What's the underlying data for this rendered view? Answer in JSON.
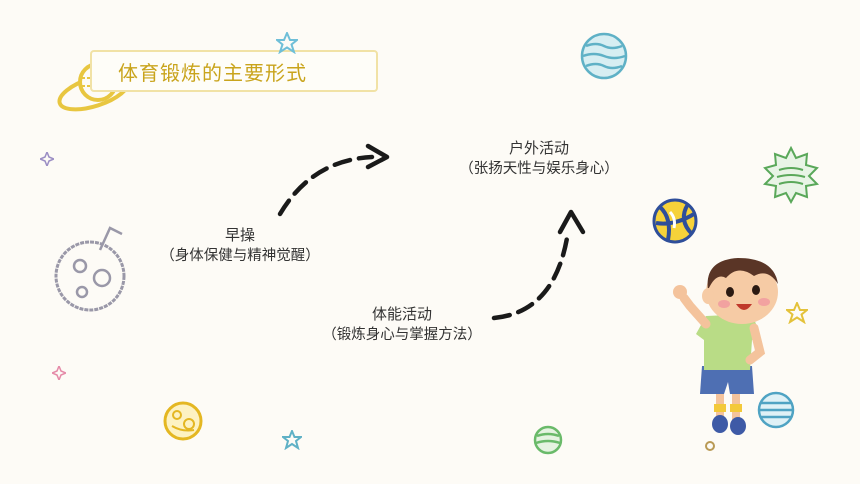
{
  "title": "体育锻炼的主要形式",
  "nodes": {
    "morning": {
      "name": "早操",
      "desc": "（身体保健与精神觉醒）"
    },
    "outdoor": {
      "name": "户外活动",
      "desc": "（张扬天性与娱乐身心）"
    },
    "fitness": {
      "name": "体能活动",
      "desc": "（锻炼身心与掌握方法）"
    }
  },
  "colors": {
    "title_text": "#c9a41c",
    "title_border": "#f1e2a6",
    "arrow": "#1a1a1a",
    "background": "#fdfbf6"
  },
  "decorations": [
    "saturn-planet-icon",
    "star-icon",
    "striped-planet-icon",
    "sun-planet-icon",
    "volleyball-icon",
    "moon-planet-icon",
    "boy-illustration",
    "small-planet-icon",
    "green-planet-icon",
    "sparkle-icon"
  ]
}
